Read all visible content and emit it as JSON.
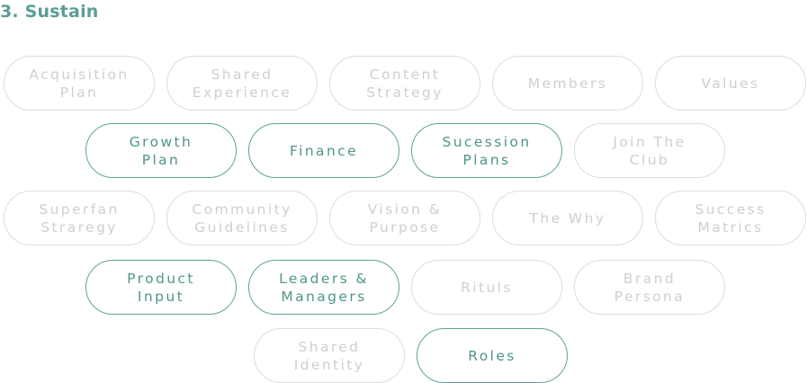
{
  "section": {
    "title": "3. Sustain"
  },
  "colors": {
    "accent": "#5fa299",
    "accent_text": "#4e958b",
    "inactive_border": "#dcdcdc",
    "inactive_text": "#cfcfcf"
  },
  "pills": [
    {
      "label": "Acquisition\nPlan",
      "active": false
    },
    {
      "label": "Shared\nExperience",
      "active": false
    },
    {
      "label": "Content\nStrategy",
      "active": false
    },
    {
      "label": "Members",
      "active": false
    },
    {
      "label": "Values",
      "active": false
    },
    {
      "label": "Growth\nPlan",
      "active": true
    },
    {
      "label": "Finance",
      "active": true
    },
    {
      "label": "Sucession\nPlans",
      "active": true
    },
    {
      "label": "Join The\nClub",
      "active": false
    },
    {
      "label": "Superfan\nStraregy",
      "active": false
    },
    {
      "label": "Community\nGuidelines",
      "active": false
    },
    {
      "label": "Vision &\nPurpose",
      "active": false
    },
    {
      "label": "The Why",
      "active": false
    },
    {
      "label": "Success\nMatrics",
      "active": false
    },
    {
      "label": "Product\nInput",
      "active": true
    },
    {
      "label": "Leaders &\nManagers",
      "active": true
    },
    {
      "label": "Rituls",
      "active": false
    },
    {
      "label": "Brand\nPersona",
      "active": false
    },
    {
      "label": "Shared\nIdentity",
      "active": false
    },
    {
      "label": "Roles",
      "active": true
    }
  ]
}
